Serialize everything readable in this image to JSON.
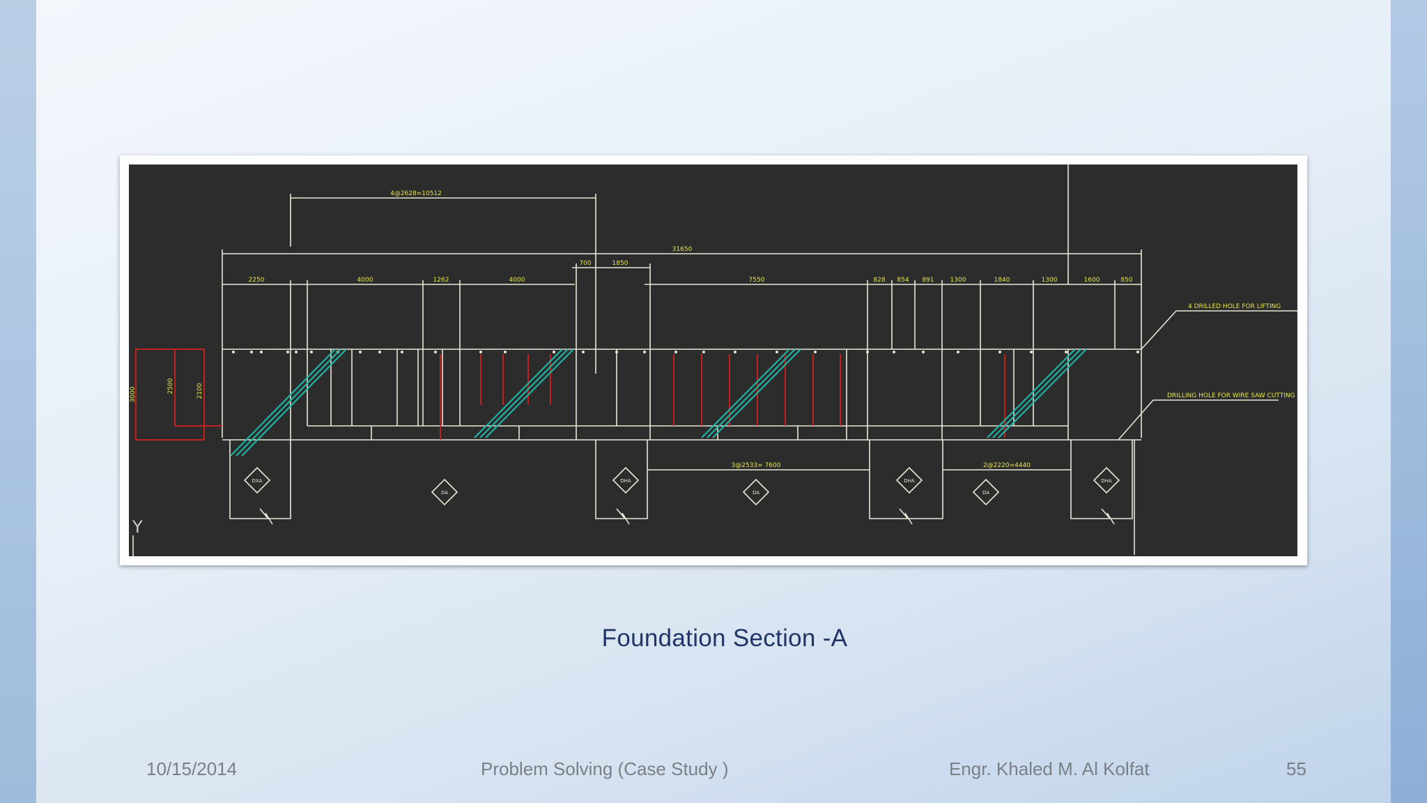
{
  "slide": {
    "caption": "Foundation Section -A",
    "footer": {
      "date": "10/15/2014",
      "title": "Problem Solving  (Case Study )",
      "author": "Engr. Khaled M. Al Kolfat",
      "page": "55"
    }
  },
  "drawing": {
    "axis_label": "Y",
    "dimensions": {
      "top_span": "4@2628=10512",
      "overall": "31650",
      "d1": "2250",
      "d2": "4000",
      "d3": "1262",
      "d4": "4000",
      "d5": "700",
      "d6": "1850",
      "d7": "7550",
      "d8": "828",
      "d9": "854",
      "d10": "891",
      "d11": "1300",
      "d12": "1840",
      "d13": "1300",
      "d14": "1600",
      "d15": "850",
      "left_h1": "3000",
      "left_h2": "2500",
      "left_h3": "2100",
      "mid_span1": "3@2533= 7600",
      "mid_span2": "2@2220=4440"
    },
    "annotations": {
      "note1": "4 DRILLED HOLE FOR LIFTING",
      "note2": "DRILLING HOLE FOR WIRE SAW CUTTING"
    },
    "tags": [
      "DXA",
      "DA",
      "DHA",
      "DA",
      "DHA",
      "DA",
      "DHA"
    ],
    "colors": {
      "background": "#2c2c2c",
      "lines": "#e8e8d8",
      "dimension_text": "#e6e64a",
      "rebar_red": "#d42020",
      "hatch_cyan": "#1fb3a3"
    }
  }
}
